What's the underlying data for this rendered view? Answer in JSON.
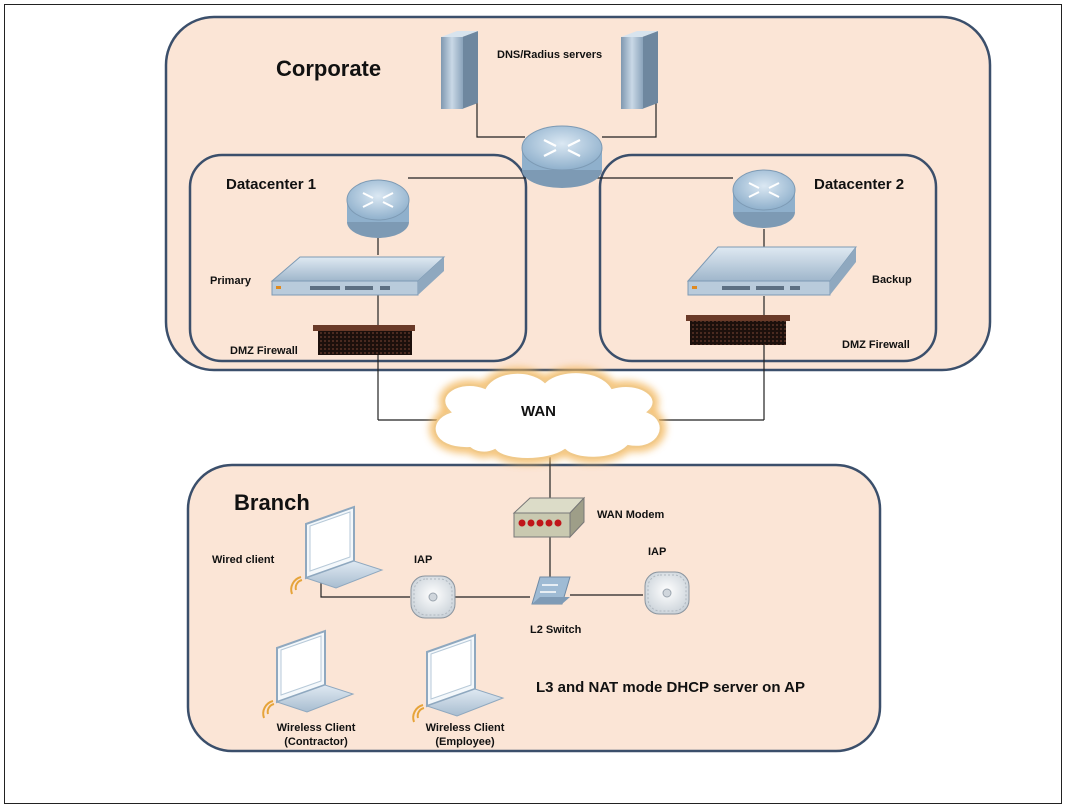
{
  "corporate": {
    "title": "Corporate",
    "servers_label": "DNS/Radius servers"
  },
  "datacenter1": {
    "title": "Datacenter 1",
    "controller_label": "Primary",
    "firewall_label": "DMZ Firewall"
  },
  "datacenter2": {
    "title": "Datacenter 2",
    "controller_label": "Backup",
    "firewall_label": "DMZ Firewall"
  },
  "wan": {
    "label": "WAN"
  },
  "branch": {
    "title": "Branch",
    "modem_label": "WAN Modem",
    "switch_label": "L2 Switch",
    "iap_left_label": "IAP",
    "iap_right_label": "IAP",
    "wired_client_label": "Wired client",
    "wireless_contractor_line1": "Wireless Client",
    "wireless_contractor_line2": "(Contractor)",
    "wireless_employee_line1": "Wireless Client",
    "wireless_employee_line2": "(Employee)",
    "mode_note": "L3 and NAT mode DHCP server  on AP"
  },
  "colors": {
    "zone_fill": "#fbe5d6",
    "zone_stroke": "#3b4f6b",
    "device_blue": "#a9c4db",
    "cloud_glow": "#f3b65a",
    "firewall_dark": "#2a1a14",
    "modem_led": "#c0151a"
  }
}
